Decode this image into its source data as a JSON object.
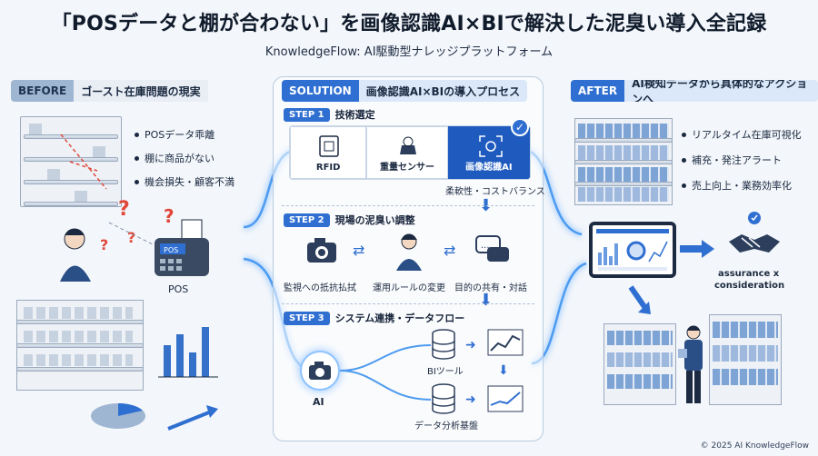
{
  "header": {
    "title": "「POSデータと棚が合わない」を画像認識AI×BIで解決した泥臭い導入全記録",
    "subtitle": "KnowledgeFlow: AI駆動型ナレッジプラットフォーム"
  },
  "before": {
    "tag": "BEFORE",
    "heading": "ゴースト在庫問題の現実",
    "bullets": [
      "POSデータ乖離",
      "棚に商品がない",
      "機会損失・顧客不満"
    ],
    "pos_label": "POS",
    "register_text": "POS"
  },
  "solution": {
    "tag": "SOLUTION",
    "heading": "画像認識AI×BIの導入プロセス",
    "step1": {
      "badge": "STEP 1",
      "title": "技術選定",
      "options": [
        "RFID",
        "重量センサー",
        "画像認識AI"
      ],
      "selected_note": "柔軟性・コストバランス"
    },
    "step2": {
      "badge": "STEP 2",
      "title": "現場の泥臭い調整",
      "items": [
        "監視への抵抗払拭",
        "運用ルールの変更",
        "目的の共有・対話"
      ]
    },
    "step3": {
      "badge": "STEP 3",
      "title": "システム連携・データフロー",
      "ai_label": "AI",
      "bi_label": "BIツール",
      "db_label": "データ分析基盤"
    }
  },
  "after": {
    "tag": "AFTER",
    "heading": "AI検知データから具体的なアクションへ",
    "bullets": [
      "リアルタイム在庫可視化",
      "補充・発注アラート",
      "売上向上・業務効率化"
    ],
    "handshake_label_1": "assurance x",
    "handshake_label_2": "consideration"
  },
  "footer": {
    "copyright": "© 2025 AI KnowledgeFlow"
  },
  "colors": {
    "accent": "#2f6fd1",
    "selected": "#1f5bbf",
    "alert": "#e0493a",
    "glow": "#8fc3ff"
  }
}
